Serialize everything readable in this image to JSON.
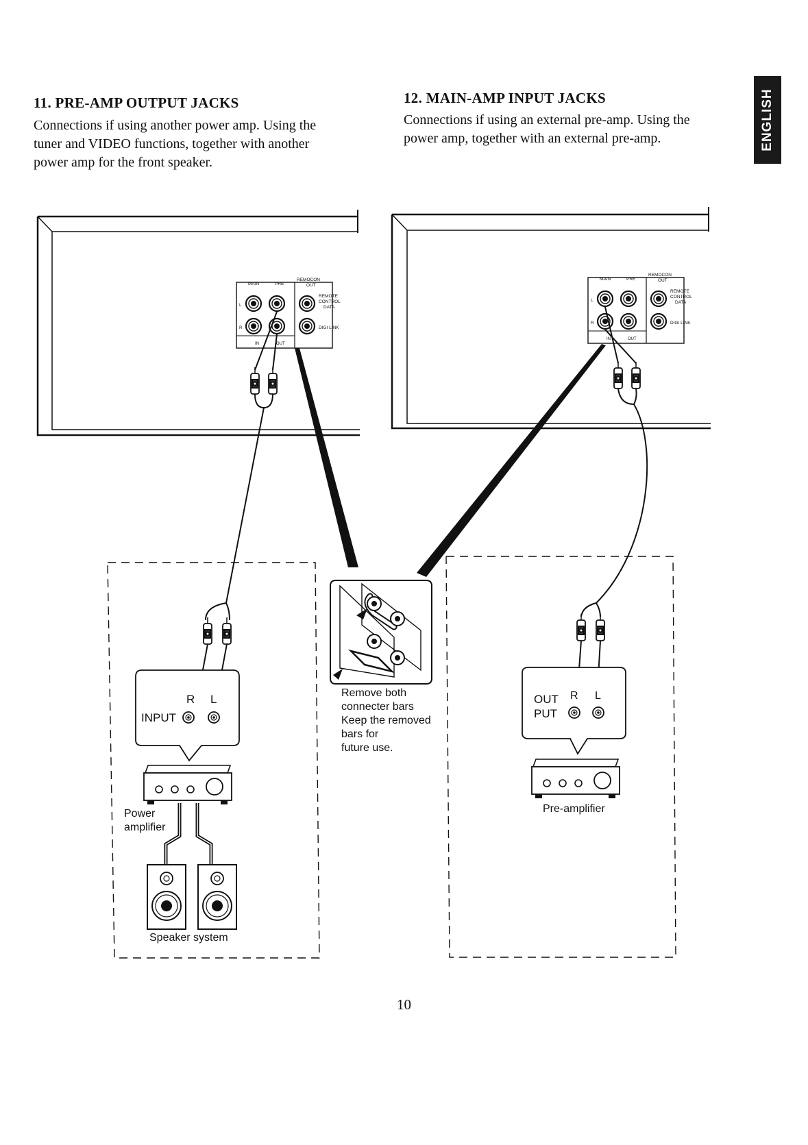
{
  "sections": [
    {
      "title": "11. PRE-AMP OUTPUT JACKS",
      "lines": [
        "Connections if using another power amp. Using the",
        "tuner and VIDEO functions, together with another",
        "power amp for the front speaker."
      ]
    },
    {
      "title": "12. MAIN-AMP INPUT JACKS",
      "lines": [
        "Connections if using an external pre-amp. Using the",
        "power amp, together with an external pre-amp."
      ]
    }
  ],
  "language_tab": "ENGLISH",
  "jack_panel": {
    "main": "MAIN",
    "pre": "PRE",
    "remocon": "REMOCON",
    "out": "OUT",
    "remote": "REMOTE",
    "control": "CONTROL",
    "data": "DATA",
    "digi_link": "DIGI LINK",
    "l": "L",
    "r": "R",
    "in": "IN",
    "out_small": "OUT"
  },
  "power_amp": {
    "r": "R",
    "l": "L",
    "input": "INPUT",
    "label_line1": "Power",
    "label_line2": "amplifier",
    "speaker": "Speaker system"
  },
  "note": {
    "line1": "Remove both",
    "line2": "connecter bars",
    "line3": "Keep the removed",
    "line4": "bars for",
    "line5": "future use."
  },
  "pre_amp": {
    "out1": "OUT",
    "out2": "PUT",
    "r": "R",
    "l": "L",
    "label": "Pre-amplifier"
  },
  "page_number": "10"
}
